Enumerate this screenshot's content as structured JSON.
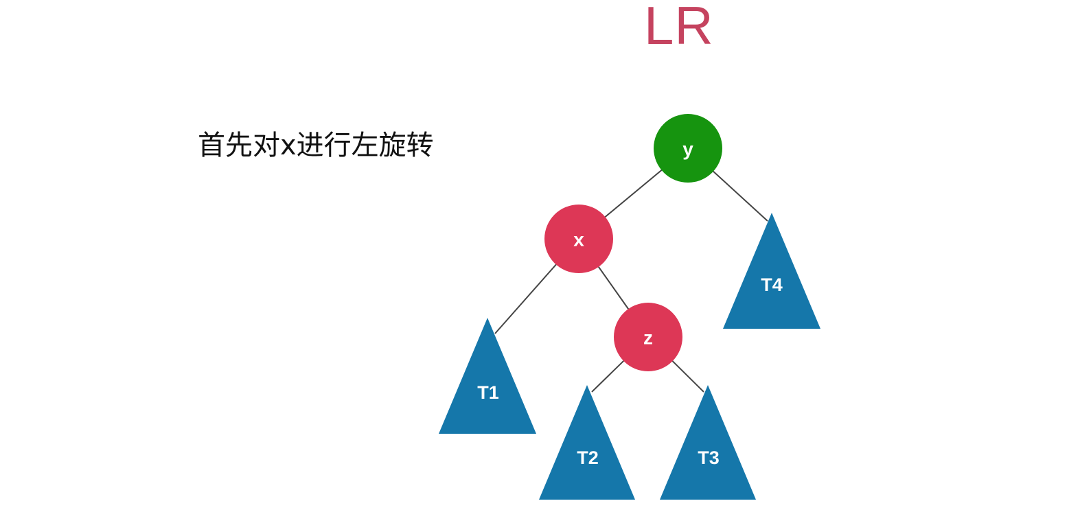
{
  "title": "LR",
  "caption": "首先对x进行左旋转",
  "colors": {
    "title": "#c5435f",
    "node_green": "#16940f",
    "node_red": "#dd3756",
    "subtree_blue": "#1577aa"
  },
  "nodes": [
    {
      "id": "y",
      "label": "y",
      "color": "node_green"
    },
    {
      "id": "x",
      "label": "x",
      "color": "node_red"
    },
    {
      "id": "z",
      "label": "z",
      "color": "node_red"
    }
  ],
  "subtrees": [
    {
      "id": "T1",
      "label": "T1"
    },
    {
      "id": "T2",
      "label": "T2"
    },
    {
      "id": "T3",
      "label": "T3"
    },
    {
      "id": "T4",
      "label": "T4"
    }
  ],
  "edges": [
    {
      "from": "y",
      "to": "x"
    },
    {
      "from": "y",
      "to": "T4"
    },
    {
      "from": "x",
      "to": "T1"
    },
    {
      "from": "x",
      "to": "z"
    },
    {
      "from": "z",
      "to": "T2"
    },
    {
      "from": "z",
      "to": "T3"
    }
  ]
}
